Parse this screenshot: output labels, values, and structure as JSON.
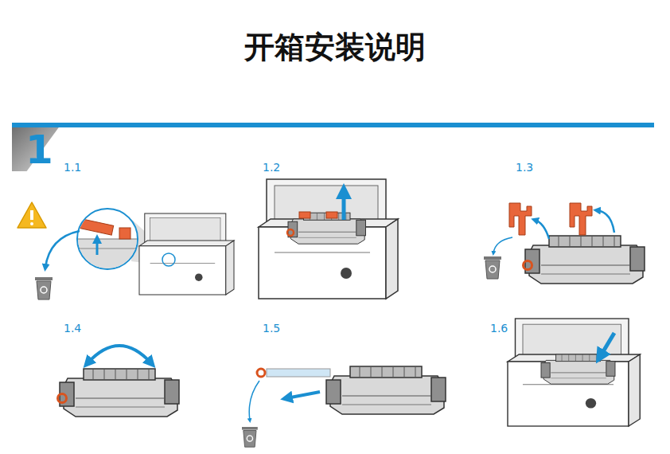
{
  "diagram": {
    "title": "开箱安装说明",
    "nodes": [
      {
        "text": [
          "1"
        ]
      }
    ],
    "labels": [
      "1.1",
      "1.2",
      "1.3",
      "1.4",
      "1.5",
      "1.6"
    ]
  }
}
